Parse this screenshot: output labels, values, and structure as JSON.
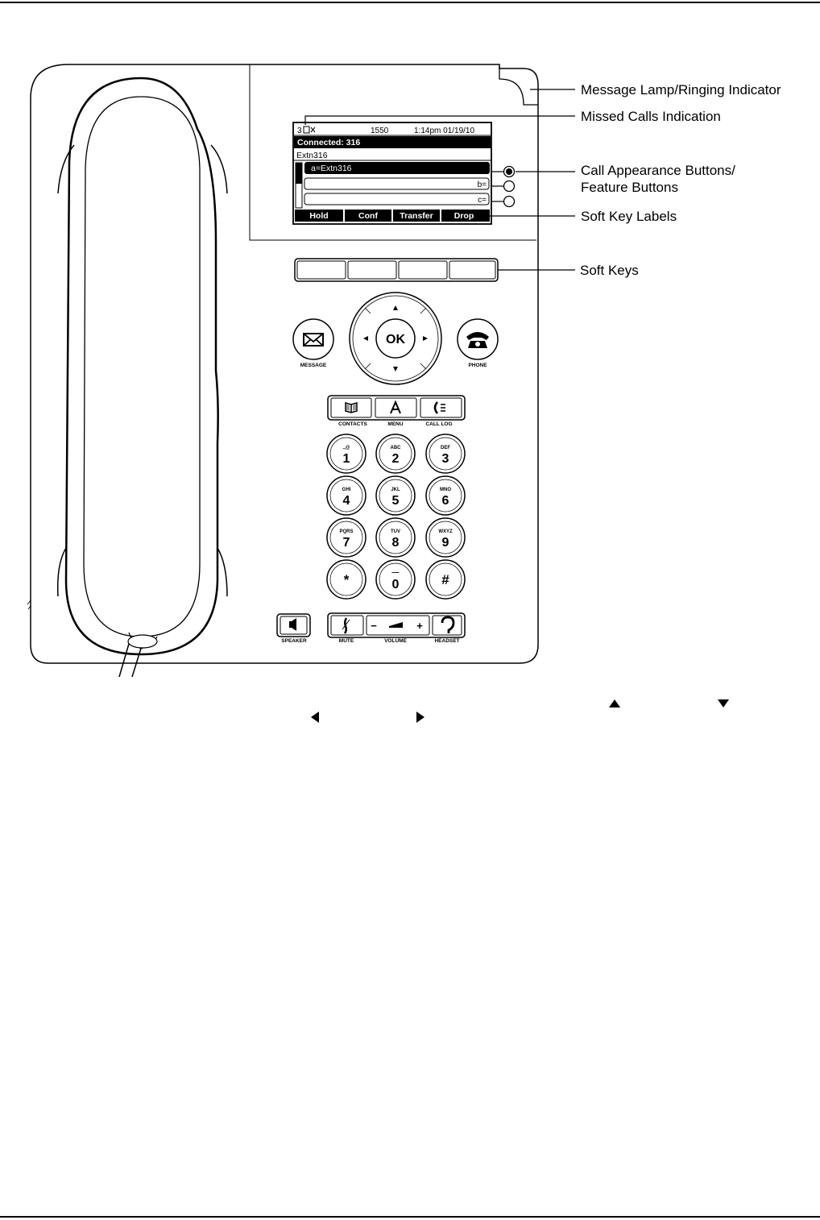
{
  "callouts": {
    "message_lamp": "Message Lamp/Ringing Indicator",
    "missed_calls": "Missed Calls Indication",
    "call_appearance_line1": "Call Appearance Buttons/",
    "call_appearance_line2": "Feature Buttons",
    "soft_key_labels": "Soft Key Labels",
    "soft_keys": "Soft Keys"
  },
  "screen": {
    "status_missed": "3",
    "status_extension": "1550",
    "status_time": "1:14pm 01/19/10",
    "connected": "Connected: 316",
    "caller": "Extn316",
    "appearances": [
      "a=Extn316",
      "b=",
      "c="
    ],
    "softkeys": [
      "Hold",
      "Conf",
      "Transfer",
      "Drop"
    ]
  },
  "buttons": {
    "ok": "OK",
    "message": "MESSAGE",
    "phone": "PHONE",
    "contacts": "CONTACTS",
    "menu": "MENU",
    "call_log": "CALL LOG",
    "speaker": "SPEAKER",
    "mute": "MUTE",
    "volume": "VOLUME",
    "headset": "HEADSET",
    "volume_minus": "−",
    "volume_plus": "+"
  },
  "keypad": [
    {
      "digit": "1",
      "letters": ".,@"
    },
    {
      "digit": "2",
      "letters": "ABC"
    },
    {
      "digit": "3",
      "letters": "DEF"
    },
    {
      "digit": "4",
      "letters": "GHI"
    },
    {
      "digit": "5",
      "letters": "JKL"
    },
    {
      "digit": "6",
      "letters": "MNO"
    },
    {
      "digit": "7",
      "letters": "PQRS"
    },
    {
      "digit": "8",
      "letters": "TUV"
    },
    {
      "digit": "9",
      "letters": "WXYZ"
    },
    {
      "digit": "*",
      "letters": ""
    },
    {
      "digit": "0",
      "letters": "—"
    },
    {
      "digit": "#",
      "letters": ""
    }
  ],
  "icons": {
    "message": "envelope-icon",
    "phone": "telephone-icon",
    "contacts": "book-icon",
    "menu": "avaya-a-icon",
    "call_log": "call-log-icon",
    "speaker": "speaker-icon",
    "mute": "mute-icon",
    "headset": "headset-icon",
    "missed": "missed-call-icon"
  },
  "colors": {
    "outline": "#000000",
    "face": "#ffffff",
    "lcd_highlight": "#000000"
  }
}
